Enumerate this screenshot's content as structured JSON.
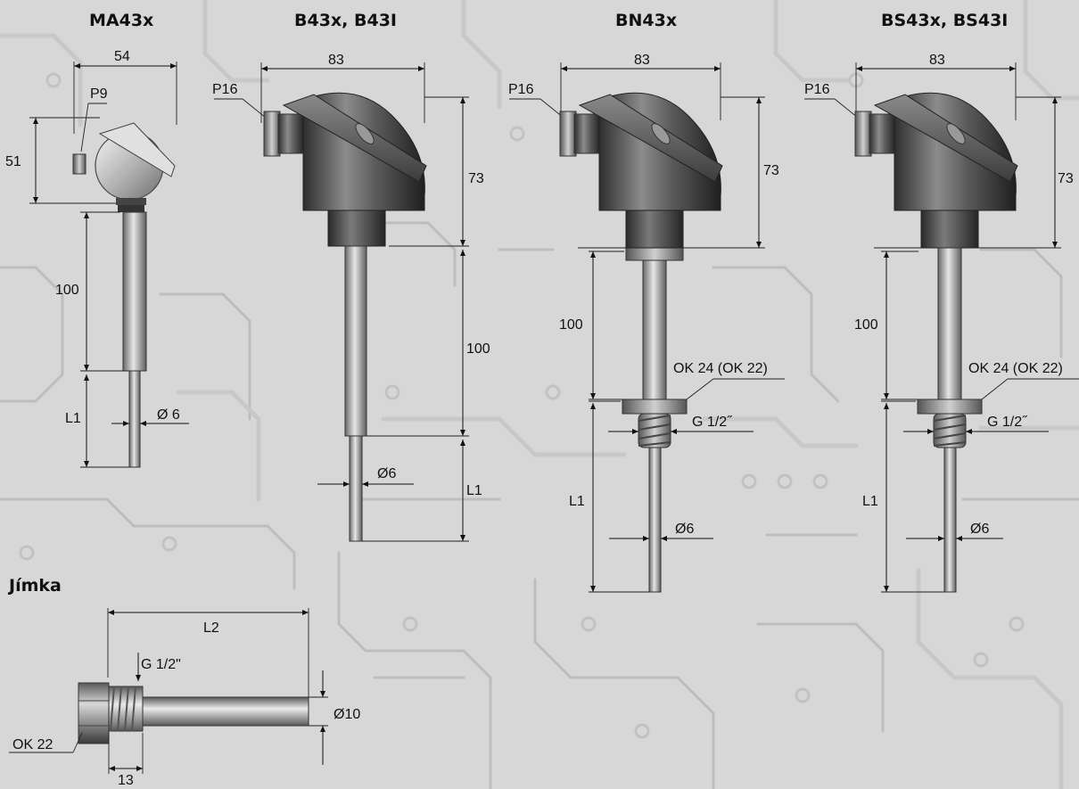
{
  "titles": {
    "ma43x": "MA43x",
    "b43x": "B43x, B43I",
    "bn43x": "BN43x",
    "bs43x": "BS43x, BS43I",
    "jimka": "Jímka"
  },
  "ma43x": {
    "width": "54",
    "gland": "P9",
    "head_height": "51",
    "stem": "100",
    "tip_length": "L1",
    "tip_diameter": "Ø 6"
  },
  "b43x": {
    "width": "83",
    "gland": "P16",
    "head_height": "73",
    "stem": "100",
    "tip_diameter": "Ø6",
    "tip_length": "L1"
  },
  "bn43x": {
    "width": "83",
    "gland": "P16",
    "head_height": "73",
    "stem": "100",
    "nut": "OK 24 (OK 22)",
    "thread": "G 1/2˝",
    "tip_length": "L1",
    "tip_diameter": "Ø6"
  },
  "bs43x": {
    "width": "83",
    "gland": "P16",
    "head_height": "73",
    "stem": "100",
    "nut": "OK 24 (OK 22)",
    "thread": "G 1/2˝",
    "tip_length": "L1",
    "tip_diameter": "Ø6"
  },
  "jimka": {
    "length": "L2",
    "thread": "G 1/2\"",
    "diameter": "Ø10",
    "hex": "OK 22",
    "hex_length": "13"
  },
  "colors": {
    "background": "#d7d7d7",
    "circuit_trace": "#c8c8c8",
    "metal_dark": "#3a3a3a",
    "metal_light": "#d9d9d9"
  }
}
